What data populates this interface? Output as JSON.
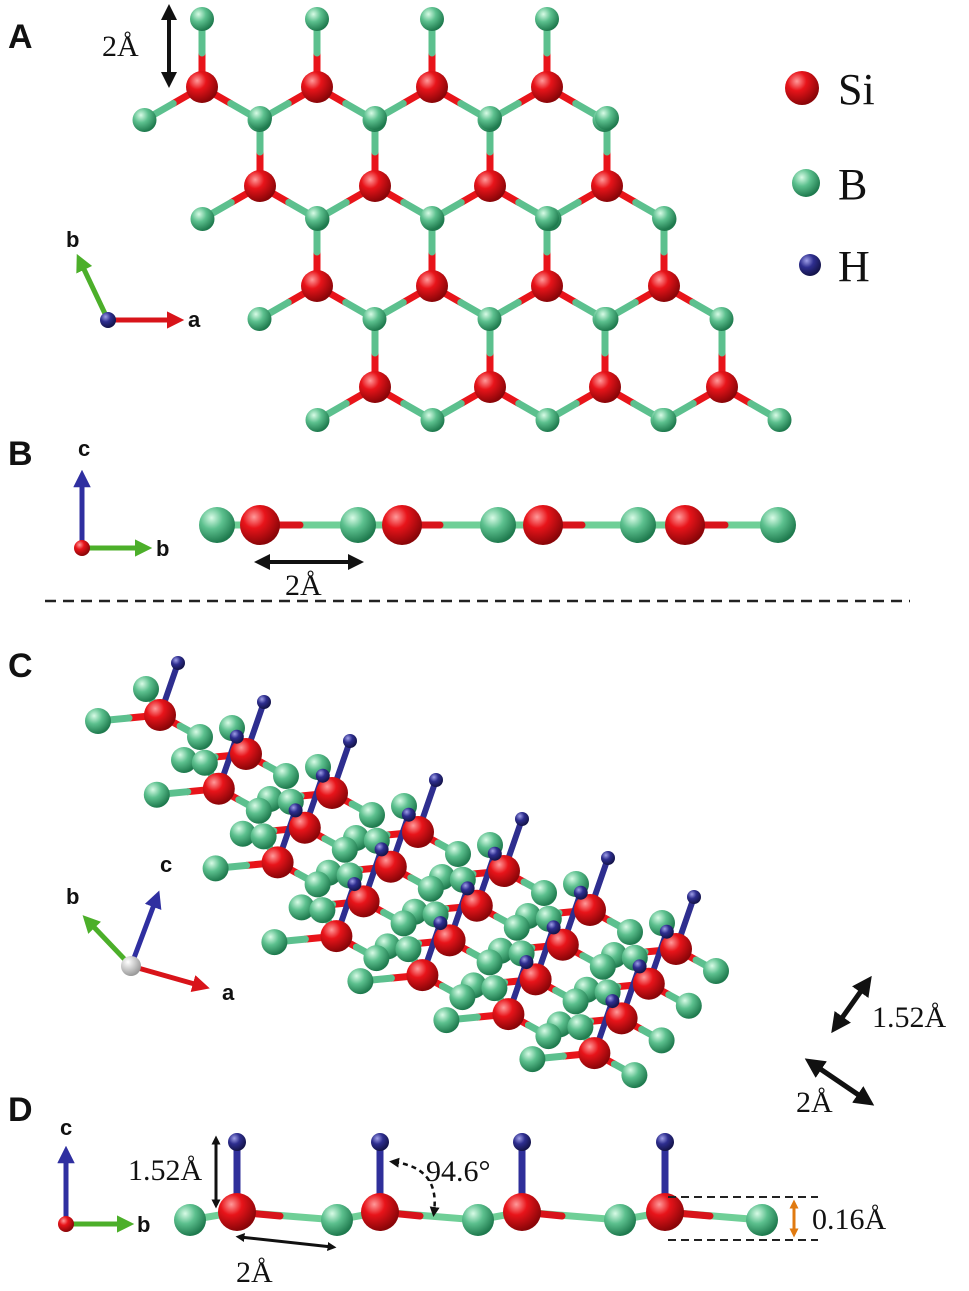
{
  "panels": {
    "a": "A",
    "b": "B",
    "c": "C",
    "d": "D"
  },
  "legend": [
    {
      "symbol": "Si",
      "color": "#e8141a"
    },
    {
      "symbol": "B",
      "color": "#5cc08e"
    },
    {
      "symbol": "H",
      "color": "#2e2e8f"
    }
  ],
  "axes": {
    "a": "a",
    "b": "b",
    "c": "c"
  },
  "measurements": {
    "panel_a_height": "2Å",
    "panel_b_length": "2Å",
    "panel_c_si_h_bond": "1.52Å",
    "panel_c_si_b_bond": "2Å",
    "panel_d_si_h_bond": "1.52Å",
    "panel_d_angle": "94.6°",
    "panel_d_buckling": "0.16Å",
    "panel_d_length": "2Å"
  },
  "colors": {
    "si": "#e8141a",
    "b": "#5cc08e",
    "h": "#2e2e8f",
    "axis_a": "#d8141a",
    "axis_b": "#4caf2a",
    "axis_c": "#2f2fa0",
    "buckling_arrow": "#e07a10"
  }
}
